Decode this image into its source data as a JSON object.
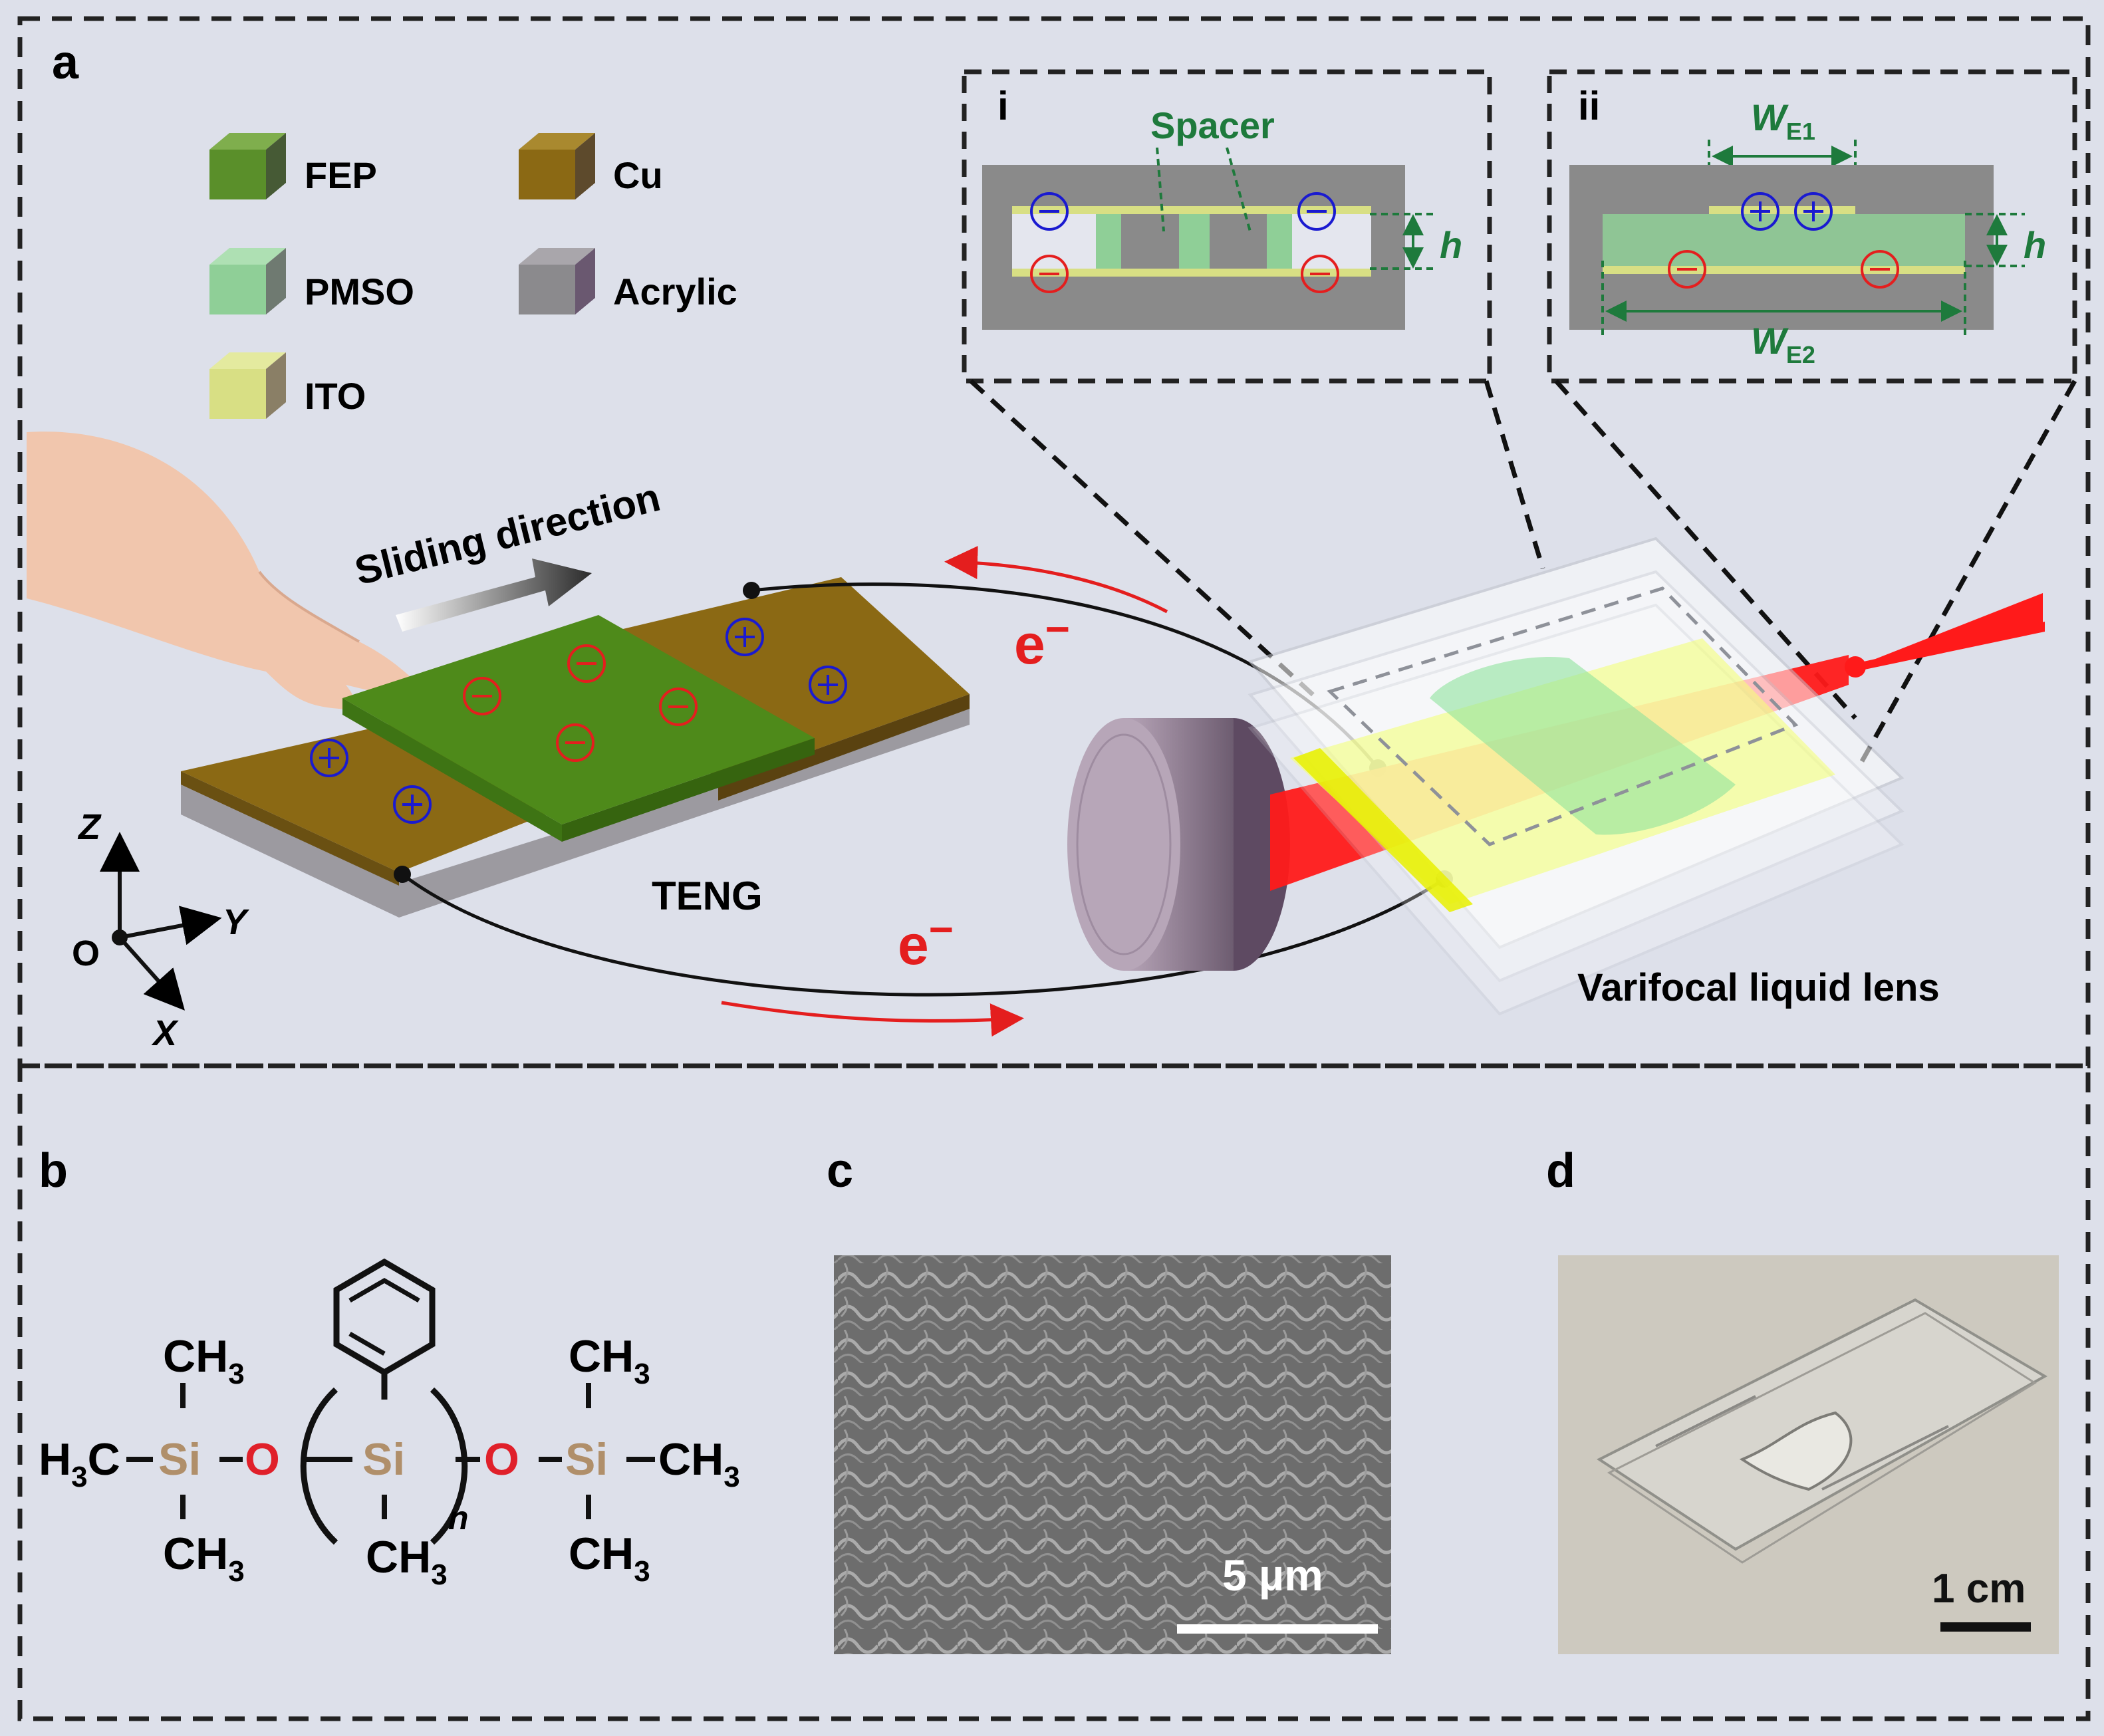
{
  "panels": {
    "a": "a",
    "b": "b",
    "c": "c",
    "d": "d"
  },
  "legend": {
    "fep": "FEP",
    "cu": "Cu",
    "pmso": "PMSO",
    "acrylic": "Acrylic",
    "ito": "ITO"
  },
  "legend_colors": {
    "fep": "#5a8f2a",
    "cu": "#8b6914",
    "pmso": "#8fcf97",
    "acrylic": "#7a6a7e",
    "ito": "#d8df84"
  },
  "inset_i": {
    "label": "i",
    "spacer": "Spacer",
    "h": "h"
  },
  "inset_ii": {
    "label": "ii",
    "w_e1": "W",
    "w_e1_sub": "E1",
    "w_e2": "W",
    "w_e2_sub": "E2",
    "h": "h"
  },
  "main": {
    "sliding_direction": "Sliding direction",
    "teng": "TENG",
    "electron": "e",
    "electron_sup": "−",
    "lens_label": "Varifocal liquid lens"
  },
  "axes": {
    "z": "Z",
    "y": "Y",
    "x": "X",
    "o": "O"
  },
  "structure": {
    "ch3": "CH",
    "sub3": "3",
    "h3c": "H",
    "c": "C",
    "si": "Si",
    "o": "O",
    "n": "n"
  },
  "scalebar_c": "5 µm",
  "scalebar_d": "1 cm",
  "colors": {
    "background": "#dde0ea",
    "red": "#e41e1e",
    "blue": "#1a1ad0",
    "green_text": "#1e7a3c",
    "si_color": "#b08f6a",
    "o_color": "#e0202a"
  }
}
